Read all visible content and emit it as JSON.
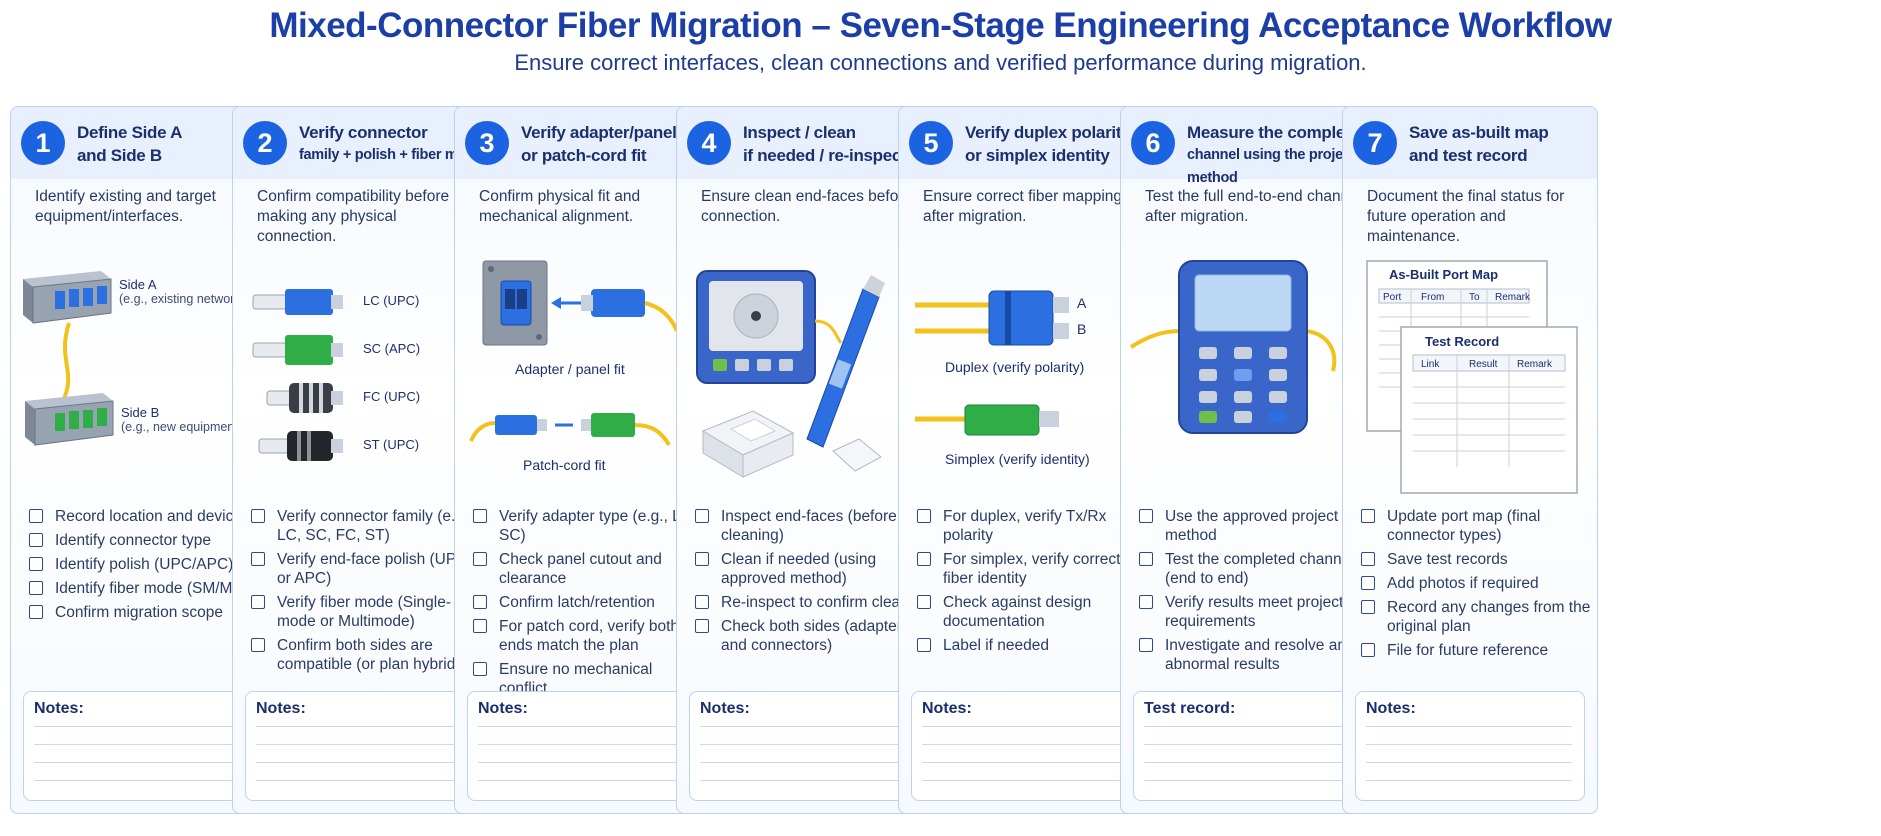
{
  "header": {
    "title": "Mixed-Connector Fiber Migration – Seven-Stage Engineering Acceptance Workflow",
    "subtitle": "Ensure correct interfaces, clean connections and verified performance during migration."
  },
  "colors": {
    "accent": "#1b63e0",
    "panel_border": "#b9d3f1",
    "fiber": "#f2c21b",
    "lc_blue": "#2b6fe0",
    "sc_green": "#2fae47"
  },
  "stages": [
    {
      "number": "1",
      "title_line1": "Define Side A",
      "title_line2": "and Side B",
      "description": "Identify existing and target equipment/interfaces.",
      "illustration": {
        "side_a": "Side A",
        "side_a_note": "(e.g., existing network)",
        "side_b": "Side B",
        "side_b_note": "(e.g., new equipment)"
      },
      "checklist": [
        "Record location and device",
        "Identify connector type",
        "Identify polish (UPC/APC)",
        "Identify fiber mode (SM/MM)",
        "Confirm migration scope"
      ],
      "notes_label": "Notes:"
    },
    {
      "number": "2",
      "title_line1": "Verify connector",
      "title_line2": "family + polish + fiber mode",
      "description": "Confirm compatibility before making any physical connection.",
      "illustration": {
        "connectors": [
          "LC (UPC)",
          "SC (APC)",
          "FC (UPC)",
          "ST (UPC)"
        ]
      },
      "checklist": [
        "Verify connector family (e.g., LC, SC, FC, ST)",
        "Verify end-face polish (UPC or APC)",
        "Verify fiber mode (Single-mode or Multimode)",
        "Confirm both sides are compatible (or plan hybrid)"
      ],
      "notes_label": "Notes:"
    },
    {
      "number": "3",
      "title_line1": "Verify adapter/panel",
      "title_line2": "or patch-cord fit",
      "description": "Confirm physical fit and mechanical alignment.",
      "illustration": {
        "panel_label": "Adapter / panel fit",
        "cord_label": "Patch-cord fit"
      },
      "checklist": [
        "Verify adapter type (e.g., LC-SC)",
        "Check panel cutout and clearance",
        "Confirm latch/retention",
        "For patch cord, verify both ends match the plan",
        "Ensure no mechanical conflict"
      ],
      "notes_label": "Notes:"
    },
    {
      "number": "4",
      "title_line1": "Inspect / clean",
      "title_line2": "if needed / re-inspect",
      "description": "Ensure clean end-faces before connection.",
      "illustration": {},
      "checklist": [
        "Inspect end-faces (before cleaning)",
        "Clean if needed (using approved method)",
        "Re-inspect to confirm clean",
        "Check both sides (adapters and connectors)"
      ],
      "notes_label": "Notes:"
    },
    {
      "number": "5",
      "title_line1": "Verify duplex polarity",
      "title_line2": "or simplex identity",
      "description": "Ensure correct fiber mapping after migration.",
      "illustration": {
        "a": "A",
        "b": "B",
        "duplex_label": "Duplex (verify polarity)",
        "simplex_label": "Simplex (verify identity)"
      },
      "checklist": [
        "For duplex, verify Tx/Rx polarity",
        "For simplex, verify correct fiber identity",
        "Check against design documentation",
        "Label if needed"
      ],
      "notes_label": "Notes:"
    },
    {
      "number": "6",
      "title_line1": "Measure the completed",
      "title_line2": "channel using the project method",
      "description": "Test the full end-to-end channel after migration.",
      "illustration": {},
      "checklist": [
        "Use the approved project test method",
        "Test the completed channel (end to end)",
        "Verify results meet project requirements",
        "Investigate and resolve any abnormal results"
      ],
      "notes_label": "Test record:"
    },
    {
      "number": "7",
      "title_line1": "Save as-built map",
      "title_line2": "and test record",
      "description": "Document the final status for future operation and maintenance.",
      "illustration": {
        "map_title": "As-Built Port Map",
        "map_cols": [
          "Port",
          "From",
          "To",
          "Remark"
        ],
        "record_title": "Test Record",
        "record_cols": [
          "Link",
          "Result",
          "Remark"
        ]
      },
      "checklist": [
        "Update port map (final connector types)",
        "Save test records",
        "Add photos if required",
        "Record any changes from the original plan",
        "File for future reference"
      ],
      "notes_label": "Notes:"
    }
  ]
}
